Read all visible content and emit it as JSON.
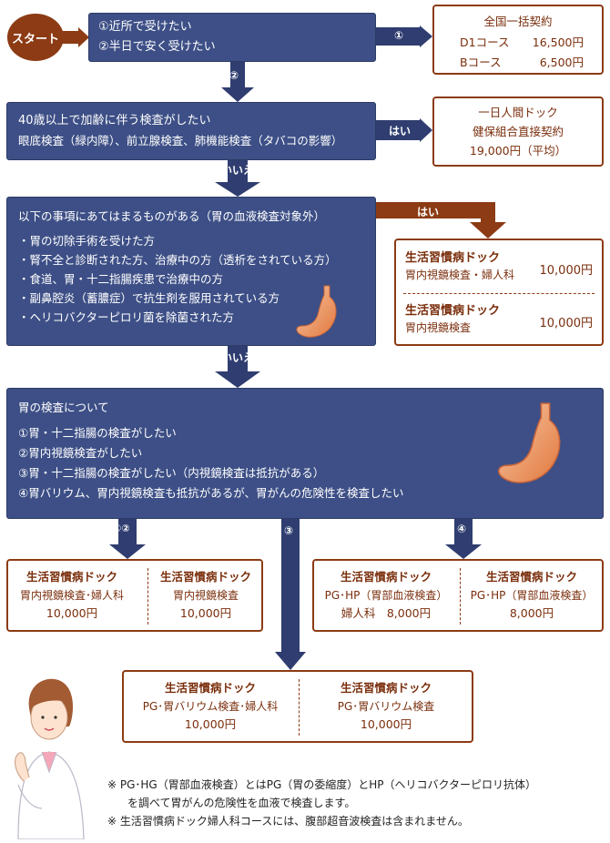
{
  "start": {
    "label": "スタート"
  },
  "q1": {
    "lines": [
      "①近所で受けたい",
      "②半日で安く受けたい"
    ]
  },
  "q1_branch1": {
    "label": "①"
  },
  "q1_branch2": {
    "label": "②"
  },
  "box_zenkoku": {
    "title": "全国一括契約",
    "rows": [
      {
        "name": "D1コース",
        "price": "16,500円"
      },
      {
        "name": "Bコース",
        "price": "6,500円"
      }
    ]
  },
  "q2": {
    "lines": [
      "40歳以上で加齢に伴う検査がしたい",
      "眼底検査（緑内障）、前立腺検査、肺機能検査（タバコの影響）"
    ]
  },
  "q2_yes": {
    "label": "はい"
  },
  "q2_no": {
    "label": "いいえ"
  },
  "box_ichinichi": {
    "lines": [
      "一日人間ドック",
      "健保組合直接契約",
      "19,000円（平均）"
    ]
  },
  "q3": {
    "title": "以下の事項にあてはまるものがある（胃の血液検査対象外）",
    "items": [
      "・胃の切除手術を受けた方",
      "・腎不全と診断された方、治療中の方（透析をされている方）",
      "・食道、胃・十二指腸疾患で治療中の方",
      "・副鼻腔炎（蓄膿症）で抗生剤を服用されている方",
      "・ヘリコバクターピロリ菌を除菌された方"
    ]
  },
  "q3_yes": {
    "label": "はい"
  },
  "q3_no": {
    "label": "いいえ"
  },
  "box_q3yes": {
    "rows": [
      {
        "name": "生活習慣病ドック",
        "sub": "胃内視鏡検査・婦人科",
        "price": "10,000円"
      },
      {
        "name": "生活習慣病ドック",
        "sub": "胃内視鏡検査",
        "price": "10,000円"
      }
    ]
  },
  "q4": {
    "title": "胃の検査について",
    "items": [
      "①胃・十二指腸の検査がしたい",
      "②胃内視鏡検査がしたい",
      "③胃・十二指腸の検査がしたい（内視鏡検査は抵抗がある）",
      "④胃バリウム、胃内視鏡検査も抵抗があるが、胃がんの危険性を検査したい"
    ]
  },
  "q4_b12": {
    "label": "①②"
  },
  "q4_b3": {
    "label": "③"
  },
  "q4_b4": {
    "label": "④"
  },
  "box_b12": {
    "cols": [
      {
        "name": "生活習慣病ドック",
        "sub": "胃内視鏡検査･婦人科",
        "price": "10,000円"
      },
      {
        "name": "生活習慣病ドック",
        "sub": "胃内視鏡検査",
        "price": "10,000円"
      }
    ]
  },
  "box_b4": {
    "cols": [
      {
        "name": "生活習慣病ドック",
        "sub": "PG･HP（胃部血液検査）",
        "price": "婦人科　8,000円"
      },
      {
        "name": "生活習慣病ドック",
        "sub": "PG･HP（胃部血液検査）",
        "price": "8,000円"
      }
    ]
  },
  "box_b3": {
    "cols": [
      {
        "name": "生活習慣病ドック",
        "sub": "PG･胃バリウム検査･婦人科",
        "price": "10,000円"
      },
      {
        "name": "生活習慣病ドック",
        "sub": "PG･胃バリウム検査",
        "price": "10,000円"
      }
    ]
  },
  "notes": [
    "※ PG･HG（胃部血液検査）とはPG（胃の委縮度）とHP（ヘリコバクターピロリ抗体）",
    "を調べて胃がんの危険性を血液で検査します。",
    "※ 生活習慣病ドック婦人科コースには、腹部超音波検査は含まれません。"
  ],
  "colors": {
    "navy": "#3d4f86",
    "brown": "#8c3b14",
    "text_brown": "#7a2e0c"
  }
}
